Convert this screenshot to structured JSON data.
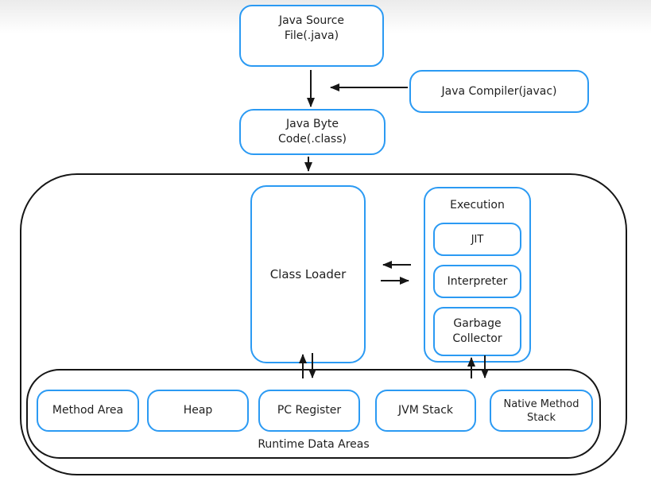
{
  "colors": {
    "accent_blue": "#2b9af3",
    "outline_black": "#161616",
    "text": "#1f1f1f",
    "background_top_gradient": "#ebebeb"
  },
  "nodes": {
    "java_source": {
      "label": "Java Source\nFile(.java)"
    },
    "java_compiler": {
      "label": "Java Compiler(javac)"
    },
    "java_bytecode": {
      "label": "Java Byte\nCode(.class)"
    },
    "class_loader": {
      "label": "Class Loader"
    },
    "execution": {
      "title": "Execution",
      "children": [
        {
          "label": "JIT"
        },
        {
          "label": "Interpreter"
        },
        {
          "label": "Garbage\nCollector"
        }
      ]
    },
    "runtime_data_areas": {
      "label": "Runtime Data Areas",
      "boxes": [
        {
          "label": "Method Area"
        },
        {
          "label": "Heap"
        },
        {
          "label": "PC Register"
        },
        {
          "label": "JVM Stack"
        },
        {
          "label": "Native Method\nStack"
        }
      ]
    }
  },
  "edges": [
    {
      "name": "source-to-bytecode",
      "from": "java_source",
      "to": "java_bytecode",
      "style": "arrow-down"
    },
    {
      "name": "compiler-into-flow",
      "from": "java_compiler",
      "to": "source-to-bytecode-flow",
      "style": "arrow-left"
    },
    {
      "name": "bytecode-to-jvm",
      "from": "java_bytecode",
      "to": "jvm-container",
      "style": "arrow-down"
    },
    {
      "name": "execution-to-classloader",
      "from": "execution",
      "to": "class_loader",
      "style": "arrow-left"
    },
    {
      "name": "classloader-to-execution",
      "from": "class_loader",
      "to": "execution",
      "style": "arrow-right"
    },
    {
      "name": "runtime-to-classloader",
      "from": "runtime_data_areas",
      "to": "class_loader",
      "style": "arrow-up"
    },
    {
      "name": "classloader-to-runtime",
      "from": "class_loader",
      "to": "runtime_data_areas",
      "style": "arrow-down"
    },
    {
      "name": "runtime-to-execution",
      "from": "runtime_data_areas",
      "to": "execution",
      "style": "arrow-up"
    },
    {
      "name": "execution-to-runtime",
      "from": "execution",
      "to": "runtime_data_areas",
      "style": "arrow-down"
    }
  ]
}
